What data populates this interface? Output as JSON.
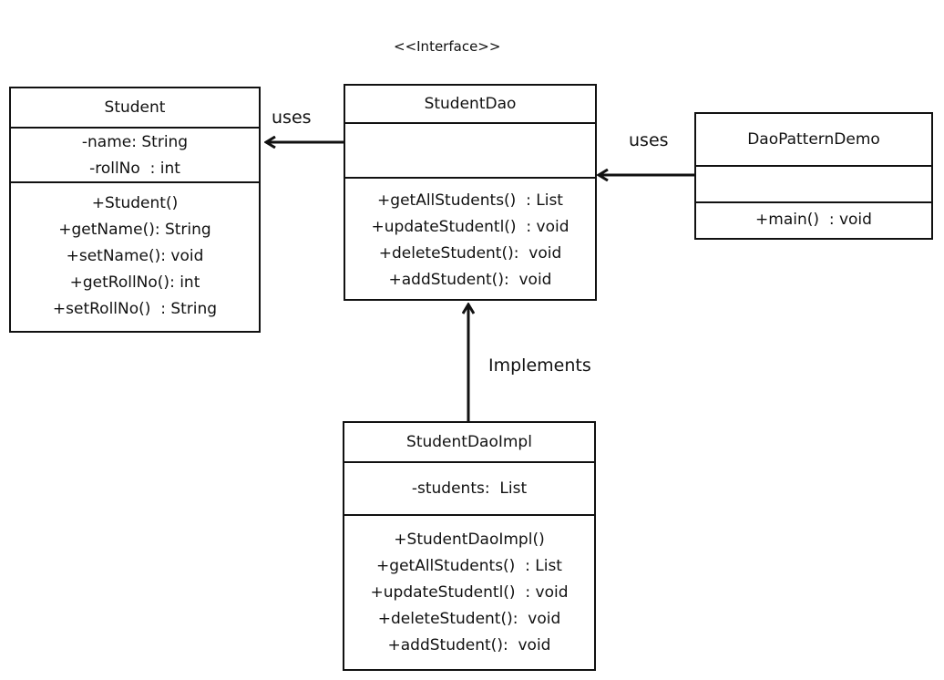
{
  "stereotype": "<<Interface>>",
  "classes": {
    "student": {
      "name": "Student",
      "attributes": [
        "-name: String",
        "-rollNo  : int"
      ],
      "methods": [
        "+Student()",
        "+getName(): String",
        "+setName(): void",
        "+getRollNo(): int",
        "+setRollNo()  : String"
      ]
    },
    "student_dao": {
      "name": "StudentDao",
      "attributes": [],
      "methods": [
        "+getAllStudents()  : List",
        "+updateStudentl()  : void",
        "+deleteStudent():  void",
        "+addStudent():  void"
      ]
    },
    "dao_pattern_demo": {
      "name": "DaoPatternDemo",
      "attributes": [],
      "methods": [
        "+main()  : void"
      ]
    },
    "student_dao_impl": {
      "name": "StudentDaoImpl",
      "attributes": [
        "-students:  List"
      ],
      "methods": [
        "+StudentDaoImpl()",
        "+getAllStudents()  : List",
        "+updateStudentl()  : void",
        "+deleteStudent():  void",
        "+addStudent():  void"
      ]
    }
  },
  "relations": {
    "uses_student": "uses",
    "uses_dao": "uses",
    "implements": "Implements"
  }
}
